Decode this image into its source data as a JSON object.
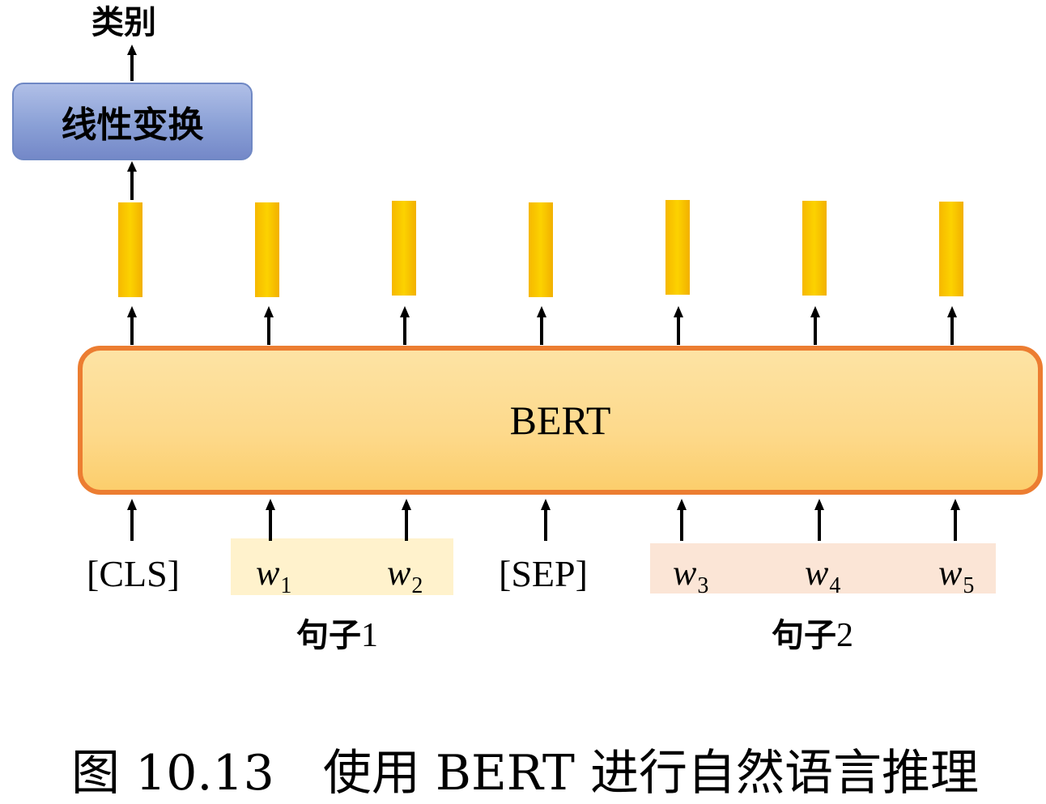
{
  "diagram": {
    "output_label": "类别",
    "linear_layer_label": "线性变换",
    "encoder_label": "BERT",
    "tokens": [
      {
        "text": "[CLS]"
      },
      {
        "text": "w",
        "sub": "1"
      },
      {
        "text": "w",
        "sub": "2"
      },
      {
        "text": "[SEP]"
      },
      {
        "text": "w",
        "sub": "3"
      },
      {
        "text": "w",
        "sub": "4"
      },
      {
        "text": "w",
        "sub": "5"
      }
    ],
    "segments": [
      {
        "label": "句子",
        "num": "1"
      },
      {
        "label": "句子",
        "num": "2"
      }
    ],
    "colors": {
      "output_vector": "#f9c200",
      "encoder_border": "#ec7d31",
      "linear_box": "#8aa0d6",
      "segment1_bg": "#fff2cc",
      "segment2_bg": "#fbe5d6"
    }
  },
  "caption": "图 10.13　使用 BERT 进行自然语言推理"
}
